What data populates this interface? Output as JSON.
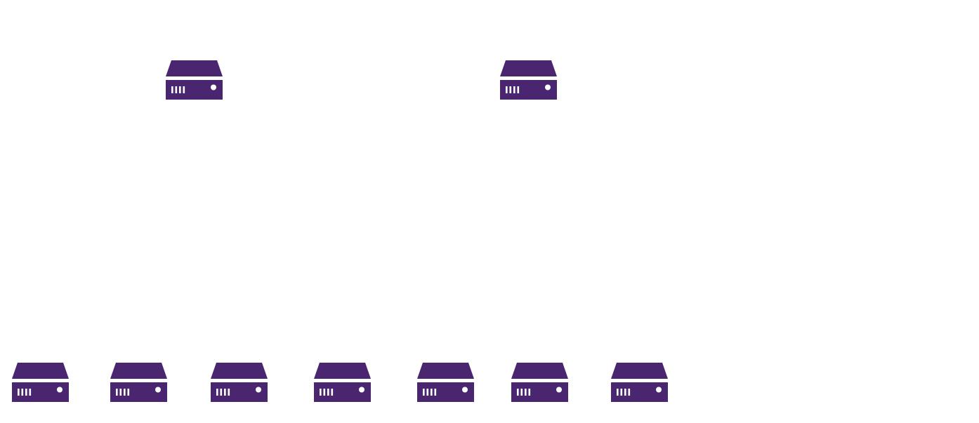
{
  "diagram": {
    "icon": "server-icon",
    "color": "#4a2570",
    "tiers": [
      {
        "name": "top",
        "count": 2
      },
      {
        "name": "bottom",
        "count": 7
      }
    ]
  }
}
